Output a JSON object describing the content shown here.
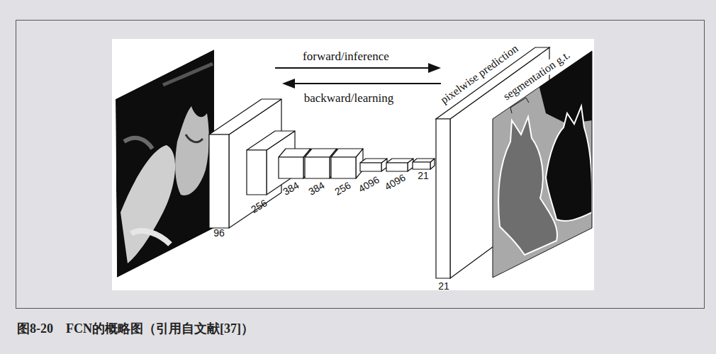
{
  "diagram": {
    "caption": "图8-20　FCN的概略图（引用自文献[37]）",
    "labels": [
      "forward/inference",
      "backward/learning",
      "pixelwise prediction",
      "segmentation g.t.",
      "96",
      "256",
      "384",
      "384",
      "256",
      "4096",
      "4096",
      "21",
      "21"
    ]
  }
}
